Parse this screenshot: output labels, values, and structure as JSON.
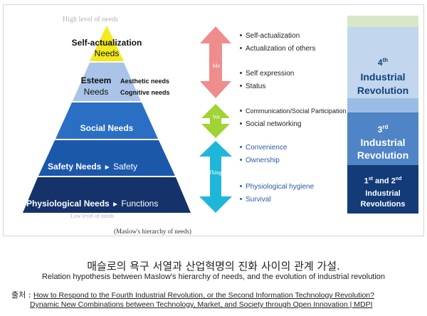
{
  "figure": {
    "high_label": "High level of needs",
    "low_label": "Low level of needs",
    "caption": "(Maslow's hierarchy of needs)"
  },
  "pyramid": {
    "self_actualization": {
      "line1": "Self-actualization",
      "line2": "Needs"
    },
    "esteem": {
      "line1": "Esteem",
      "line2": "Needs",
      "side1": "Aesthetic needs",
      "side2": "Cognitive needs"
    },
    "social": "Social Needs",
    "safety": {
      "label": "Safety Needs",
      "arrow": "►",
      "suffix": "Safety"
    },
    "physiological": {
      "label": "Physiological Needs",
      "arrow": "►",
      "suffix": "Functions"
    },
    "colors": {
      "top": "#f2ea1e",
      "esteem": "#a9c4e8",
      "social": "#2a6fc4",
      "safety": "#1c58aa",
      "physio": "#15336a"
    }
  },
  "arrows": {
    "me": {
      "label": "Me",
      "color": "#ef8c8c"
    },
    "we": {
      "label": "We",
      "color": "#9fd434"
    },
    "things": {
      "label": "Things",
      "color": "#1fb7d9"
    }
  },
  "bullets": {
    "me": [
      "Self-actualization",
      "Actualization of others",
      "Self expression",
      "Status"
    ],
    "we": [
      "Communication/Social Participation",
      "Social networking"
    ],
    "things": [
      "Convenience",
      "Ownership",
      "Physiological hygiene",
      "Survival"
    ]
  },
  "revolutions": {
    "fourth": {
      "num": "4",
      "sup": "th",
      "line1": "Industrial",
      "line2": "Revolution"
    },
    "third": {
      "num": "3",
      "sup": "rd",
      "line1": "Industrial",
      "line2": "Revolution"
    },
    "first_second": {
      "n1": "1",
      "sup1": "st",
      "and": " and ",
      "n2": "2",
      "sup2": "nd",
      "line1": "Industrial",
      "line2": "Revolutions"
    },
    "colors": {
      "top": "#d7e7c8",
      "light": "#c2d6ee",
      "mid": "#9bbde5",
      "third": "#4f84c6",
      "first": "#123b78"
    }
  },
  "caption_block": {
    "korean": "매슬로의 욕구 서열과 산업혁명의 진화 사이의 관계 가설.",
    "english": "Relation hypothesis between Maslow's hierarchy of needs, and the evolution of industrial revolution",
    "source_prefix": "출처 : ",
    "source_line1": "How to Respond to the Fourth Industrial Revolution, or the Second Information Technology Revolution?",
    "source_line2": "Dynamic New Combinations between Technology, Market, and Society through Open Innovation | MDPI"
  }
}
